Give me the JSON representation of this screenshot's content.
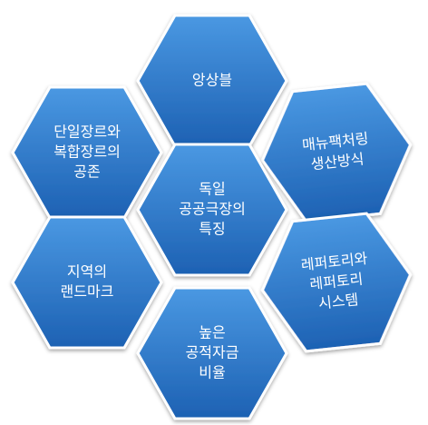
{
  "colors": {
    "hex_fill_light": "#3f8fdd",
    "hex_fill_dark": "#1e63b6",
    "text": "#ffffff"
  },
  "hexagons": [
    {
      "id": "top",
      "lines": [
        "앙상블"
      ]
    },
    {
      "id": "upper-left",
      "lines": [
        "단일장르와",
        "복합장르의",
        "공존"
      ]
    },
    {
      "id": "upper-right",
      "lines": [
        "매뉴팩처링",
        "생산방식"
      ]
    },
    {
      "id": "center",
      "lines": [
        "독일",
        "공공극장의",
        "특징"
      ]
    },
    {
      "id": "lower-left",
      "lines": [
        "지역의",
        "랜드마크"
      ]
    },
    {
      "id": "lower-right",
      "lines": [
        "레퍼토리와",
        "레퍼토리",
        "시스템"
      ]
    },
    {
      "id": "bottom",
      "lines": [
        "높은",
        "공적자금",
        "비율"
      ]
    }
  ]
}
